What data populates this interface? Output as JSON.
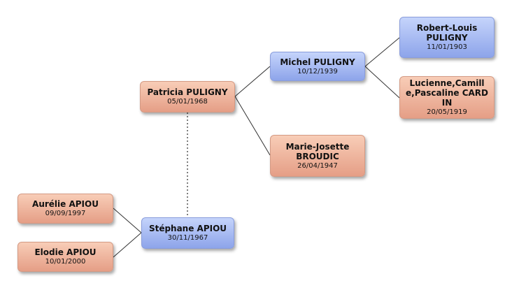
{
  "people": {
    "patricia": {
      "name": "Patricia PULIGNY",
      "date": "05/01/1968"
    },
    "michel": {
      "name": "Michel PULIGNY",
      "date": "10/12/1939"
    },
    "robert": {
      "name": "Robert-Louis PULIGNY",
      "date": "11/01/1903"
    },
    "lucienne": {
      "name": "Lucienne,Camille,Pascaline CARDIN",
      "date": "20/05/1919"
    },
    "marie": {
      "name": "Marie-Josette BROUDIC",
      "date": "26/04/1947"
    },
    "stephane": {
      "name": "Stéphane APIOU",
      "date": "30/11/1967"
    },
    "aurelie": {
      "name": "Aurélie APIOU",
      "date": "09/09/1997"
    },
    "elodie": {
      "name": "Elodie APIOU",
      "date": "10/01/2000"
    }
  },
  "colors": {
    "female": "#e8a58d",
    "male": "#9cb2f0",
    "line": "#333333"
  }
}
